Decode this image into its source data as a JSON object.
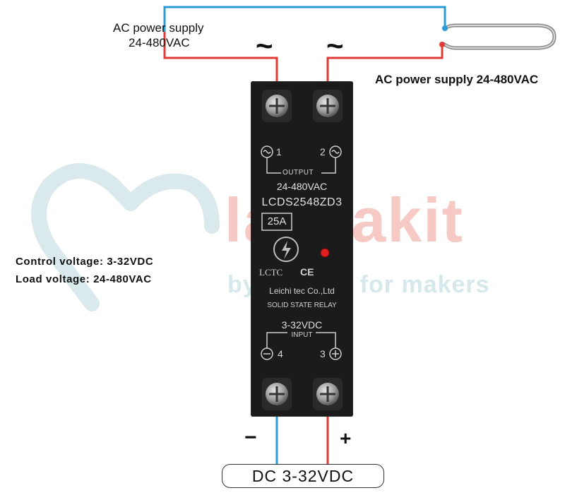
{
  "top_left_supply": {
    "line1": "AC power supply",
    "line2": "24-480VAC"
  },
  "top_right_supply": "AC power supply 24-480VAC",
  "tilde_left": "~",
  "tilde_right": "~",
  "left_specs": {
    "control": "Control voltage: 3-32VDC",
    "load": "Load voltage: 24-480VAC"
  },
  "relay": {
    "terminal_1": "1",
    "terminal_2": "2",
    "output_label": "OUTPUT",
    "output_voltage": "24-480VAC",
    "model": "LCDS2548ZD3",
    "current": "25A",
    "brand": "LCTC",
    "ce_mark": "CE",
    "company": "Leichi tec Co.,Ltd",
    "type": "SOLID STATE RELAY",
    "input_voltage": "3-32VDC",
    "input_label": "INPUT",
    "terminal_4": "4",
    "terminal_3": "3"
  },
  "watermark": {
    "brand": "laskakit",
    "tagline": "by makers for makers"
  },
  "polarity": {
    "minus": "−",
    "plus": "+"
  },
  "dc_supply": "DC 3-32VDC",
  "colors": {
    "wire_blue": "#2b9bd3",
    "wire_red": "#e03a35",
    "relay_body": "#1a1a1a",
    "watermark_teal": "#cfe3e6",
    "watermark_red": "#f3b9b5"
  }
}
